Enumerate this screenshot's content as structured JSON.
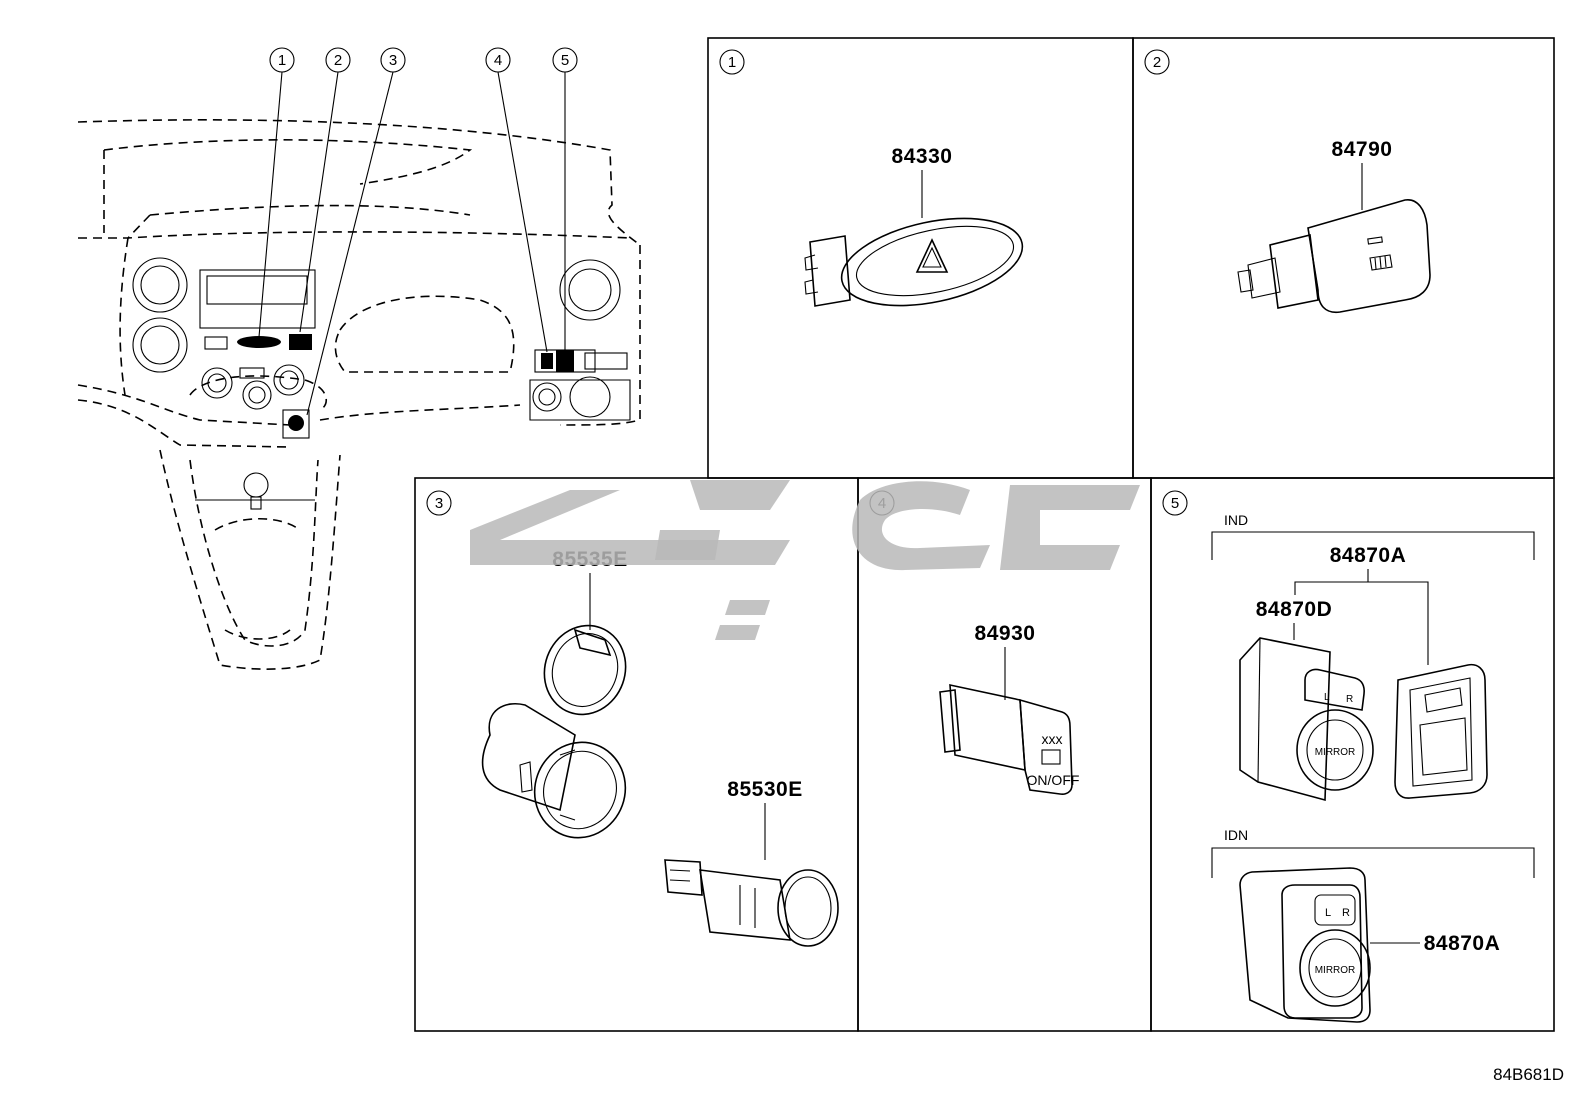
{
  "overview": {
    "callouts": [
      "1",
      "2",
      "3",
      "4",
      "5"
    ]
  },
  "panels": [
    {
      "id": "1",
      "parts": [
        "84330"
      ]
    },
    {
      "id": "2",
      "parts": [
        "84790"
      ]
    },
    {
      "id": "3",
      "parts": [
        "85535E",
        "85530E"
      ]
    },
    {
      "id": "4",
      "parts": [
        "84930"
      ]
    },
    {
      "id": "5",
      "variants": [
        {
          "label": "IND",
          "parts": [
            "84870A",
            "84870D"
          ]
        },
        {
          "label": "IDN",
          "parts": [
            "84870A"
          ]
        }
      ],
      "buttons": [
        "L",
        "R",
        "MIRROR"
      ]
    }
  ],
  "switch_icon_text": {
    "top": "xxx",
    "bottom": "ON/OFF"
  },
  "drawing_code": "84B681D"
}
